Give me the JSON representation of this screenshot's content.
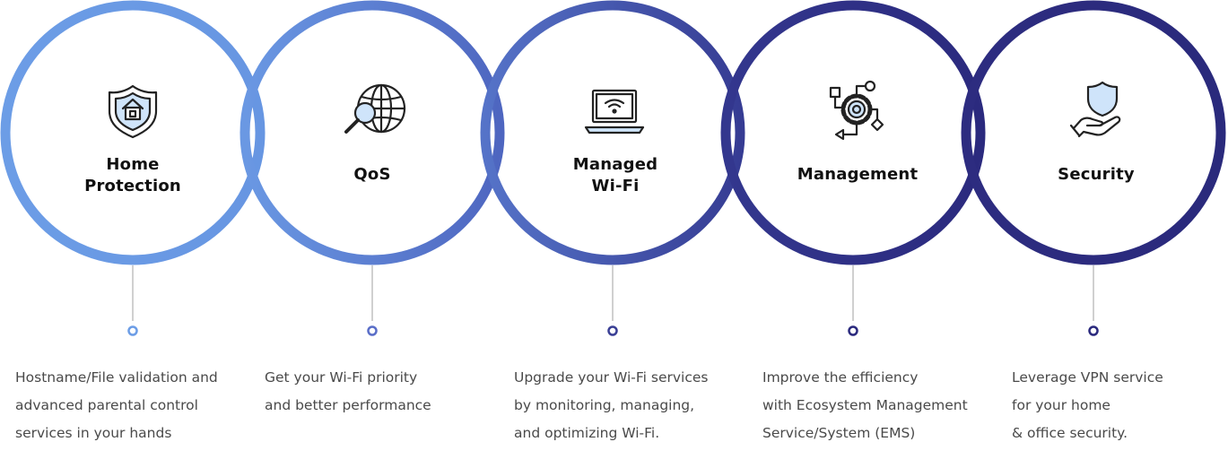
{
  "colors": {
    "ring_light": "#6c9de6",
    "ring_mid": "#5a6ec8",
    "ring_dark": "#2b2a7e",
    "icon_stroke": "#222222",
    "icon_fill": "#cfe4fa",
    "stem": "#d0d0d0"
  },
  "cards": [
    {
      "id": "home-protection",
      "icon": "shield-home-icon",
      "title_lines": [
        "Home",
        "Protection"
      ],
      "description_lines": [
        "Hostname/File validation and",
        "advanced parental control",
        "services in your hands"
      ]
    },
    {
      "id": "qos",
      "icon": "globe-search-icon",
      "title_lines": [
        "QoS"
      ],
      "description_lines": [
        "Get your Wi-Fi priority",
        "and better performance"
      ]
    },
    {
      "id": "managed-wifi",
      "icon": "laptop-wifi-icon",
      "title_lines": [
        "Managed",
        "Wi-Fi"
      ],
      "description_lines": [
        "Upgrade your Wi-Fi services",
        "by monitoring, managing,",
        "and optimizing Wi-Fi."
      ]
    },
    {
      "id": "management",
      "icon": "gear-workflow-icon",
      "title_lines": [
        "Management"
      ],
      "description_lines": [
        "Improve the efficiency",
        "with Ecosystem Management",
        "Service/System (EMS)"
      ]
    },
    {
      "id": "security",
      "icon": "hand-shield-icon",
      "title_lines": [
        "Security"
      ],
      "description_lines": [
        "Leverage VPN service",
        "for your home",
        "& office security."
      ]
    }
  ]
}
